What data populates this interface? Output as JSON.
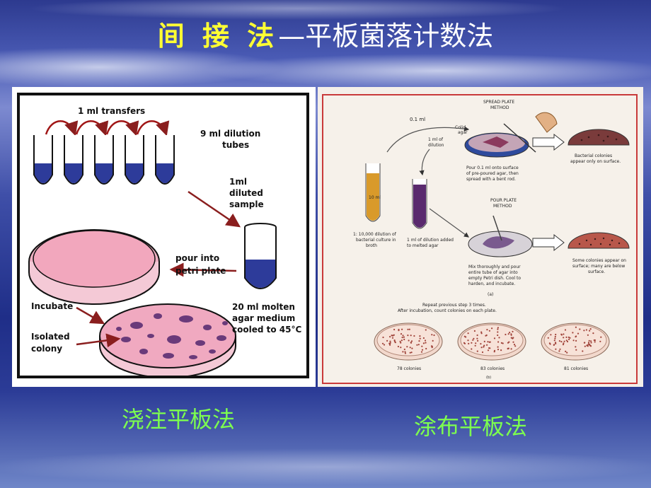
{
  "title": {
    "main": "间 接 法",
    "sub": "—平板菌落计数法"
  },
  "left_diagram": {
    "transfers": "1 ml transfers",
    "dilution_tubes_line1": "9 ml dilution",
    "dilution_tubes_line2": "tubes",
    "sample_line1": "1ml",
    "sample_line2": "diluted",
    "sample_line3": "sample",
    "pour_line1": "pour into",
    "pour_line2": "petri plate",
    "incubate": "Incubate",
    "isolated_line1": "Isolated",
    "isolated_line2": "colony",
    "agar_line1": "20 ml molten",
    "agar_line2": "agar medium",
    "agar_line3": "cooled to 45°C"
  },
  "right_diagram": {
    "spread_title_line1": "SPREAD PLATE",
    "spread_title_line2": "METHOD",
    "volume_01": "0.1 ml",
    "colid_agar_line1": "Colid",
    "colid_agar_line2": "agar",
    "dilution_1ml_line1": "1 ml of",
    "dilution_1ml_line2": "dilution",
    "tube_label": "10 ml",
    "spread_desc_line1": "Pour 0.1 ml onto surface",
    "spread_desc_line2": "of pre-poured agar, then",
    "spread_desc_line3": "spread with a bent rod.",
    "spread_result_line1": "Bacterial colonies",
    "spread_result_line2": "appear only on surface.",
    "pour_title_line1": "POUR PLATE",
    "pour_title_line2": "METHOD",
    "culture_line1": "1: 10,000 dilution of",
    "culture_line2": "bacterial culture in",
    "culture_line3": "broth",
    "melted_line1": "1 ml of dilution added",
    "melted_line2": "to melted agar",
    "pour_desc_line1": "Mix thoroughly and pour",
    "pour_desc_line2": "entire tube of agar into",
    "pour_desc_line3": "empty Petri dish. Cool to",
    "pour_desc_line4": "harden, and incubate.",
    "pour_result_line1": "Some colonies appear on",
    "pour_result_line2": "surface; many are below",
    "pour_result_line3": "surface.",
    "mark_a": "(a)",
    "repeat_line1": "Repeat previous step 3 times.",
    "repeat_line2": "After incubation, count colonies on each plate.",
    "count1": "78 colonies",
    "count2": "83 colonies",
    "count3": "81 colonies",
    "mark_b": "(b)"
  },
  "captions": {
    "left": "浇注平板法",
    "right": "涂布平板法"
  }
}
